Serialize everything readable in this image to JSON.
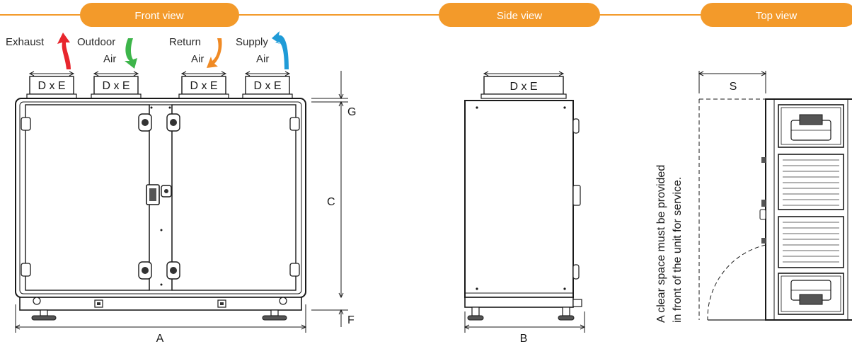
{
  "headers": {
    "front": "Front view",
    "side": "Side view",
    "top": "Top view"
  },
  "airflows": {
    "exhaust": "Exhaust",
    "outdoor_1": "Outdoor",
    "outdoor_2": "Air",
    "return_1": "Return",
    "return_2": "Air",
    "supply_1": "Supply",
    "supply_2": "Air"
  },
  "duct_label": "D x E",
  "dimensions": {
    "a": "A",
    "b": "B",
    "c": "C",
    "f": "F",
    "g": "G",
    "s": "S"
  },
  "service_note": {
    "line1": "A clear space must be provided",
    "line2": "in front of the unit for service."
  },
  "colors": {
    "header": "#F39A2A",
    "exhaust_arrow": "#E8262D",
    "outdoor_arrow": "#3DB54A",
    "return_arrow": "#F08A24",
    "supply_arrow": "#1F9BD7"
  }
}
